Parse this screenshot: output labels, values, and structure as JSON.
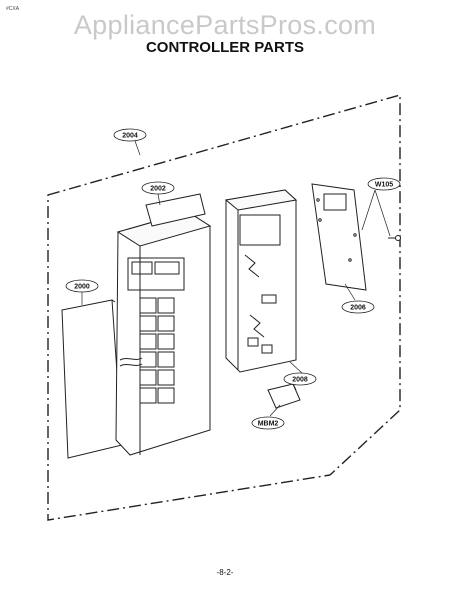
{
  "header": {
    "watermark": "AppliancePartsPros.com",
    "corner_code": "#CXA",
    "title": "CONTROLLER PARTS"
  },
  "parts": [
    {
      "label": "2004"
    },
    {
      "label": "2002"
    },
    {
      "label": "2000"
    },
    {
      "label": "W105"
    },
    {
      "label": "2006"
    },
    {
      "label": "2008"
    },
    {
      "label": "MBM2"
    }
  ],
  "footer": {
    "page_number": "-8-2-"
  }
}
